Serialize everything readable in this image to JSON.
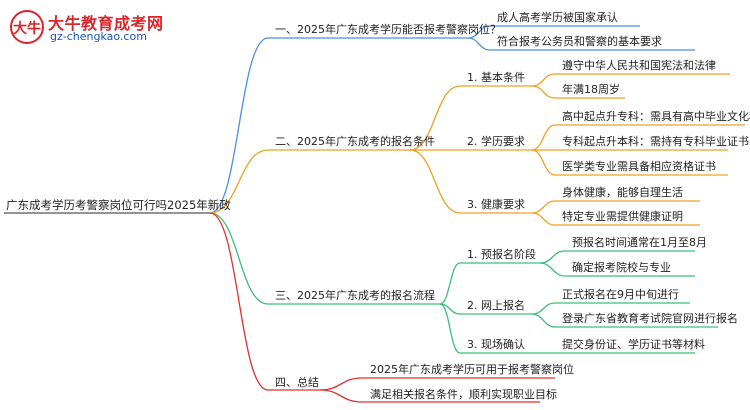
{
  "logo": {
    "title": "大牛教育成考网",
    "url": "gz-chengkao.com",
    "badge": "大牛"
  },
  "root": "广东成考学历考警察岗位可行吗2025年新政",
  "colors": {
    "blue": "#4a8fe0",
    "orange": "#f0a020",
    "green": "#3cbf7a",
    "red": "#e0312f",
    "root_line": "#555555"
  },
  "branches": [
    {
      "label": "一、2025年广东成考学历能否报考警察岗位？",
      "color": "blue",
      "children": [
        {
          "label": "成人高考学历被国家承认"
        },
        {
          "label": "符合报考公务员和警察的基本要求"
        }
      ]
    },
    {
      "label": "二、2025年广东成考的报名条件",
      "color": "orange",
      "children": [
        {
          "label": "1. 基本条件",
          "children": [
            "遵守中华人民共和国宪法和法律",
            "年满18周岁"
          ]
        },
        {
          "label": "2. 学历要求",
          "children": [
            "高中起点升专科：需具有高中毕业文化程度",
            "专科起点升本科：需持有专科毕业证书",
            "医学类专业需具备相应资格证书"
          ]
        },
        {
          "label": "3. 健康要求",
          "children": [
            "身体健康，能够自理生活",
            "特定专业需提供健康证明"
          ]
        }
      ]
    },
    {
      "label": "三、2025年广东成考的报名流程",
      "color": "green",
      "children": [
        {
          "label": "1. 预报名阶段",
          "children": [
            "预报名时间通常在1月至8月",
            "确定报考院校与专业"
          ]
        },
        {
          "label": "2. 网上报名",
          "children": [
            "正式报名在9月中旬进行",
            "登录广东省教育考试院官网进行报名"
          ]
        },
        {
          "label": "3. 现场确认",
          "children": [
            "提交身份证、学历证书等材料"
          ]
        }
      ]
    },
    {
      "label": "四、总结",
      "color": "red",
      "children": [
        {
          "label": "2025年广东成考学历可用于报考警察岗位"
        },
        {
          "label": "满足相关报名条件，顺利实现职业目标"
        }
      ]
    }
  ]
}
